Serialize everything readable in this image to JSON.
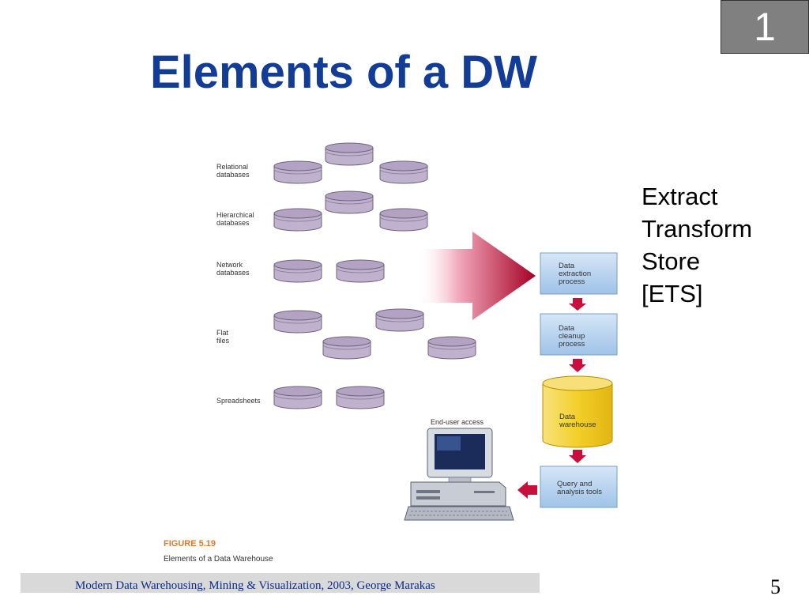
{
  "slide": {
    "title": "Elements of a DW",
    "corner_number": "1",
    "page_number": "5",
    "footer": "Modern Data Warehousing, Mining & Visualization, 2003, George Marakas"
  },
  "ets": [
    "Extract",
    "Transform",
    "Store",
    "[ETS]"
  ],
  "figure": {
    "sources": [
      [
        "Relational",
        "databases"
      ],
      [
        "Hierarchical",
        "databases"
      ],
      [
        "Network",
        "databases"
      ],
      [
        "Flat",
        "files"
      ],
      [
        "Spreadsheets"
      ]
    ],
    "process_boxes": [
      [
        "Data",
        "extraction",
        "process"
      ],
      [
        "Data",
        "cleanup",
        "process"
      ]
    ],
    "warehouse": [
      "Data",
      "warehouse"
    ],
    "query_box": [
      "Query and",
      "analysis tools"
    ],
    "end_user_label": "End-user access",
    "figure_number": "FIGURE 5.19",
    "figure_caption": "Elements of a Data Warehouse"
  },
  "colors": {
    "title": "#123c96",
    "disk": "#b9a6c9",
    "box": "#b8d3ee",
    "warehouse": "#f3d23a",
    "arrow": "#c8103c"
  }
}
